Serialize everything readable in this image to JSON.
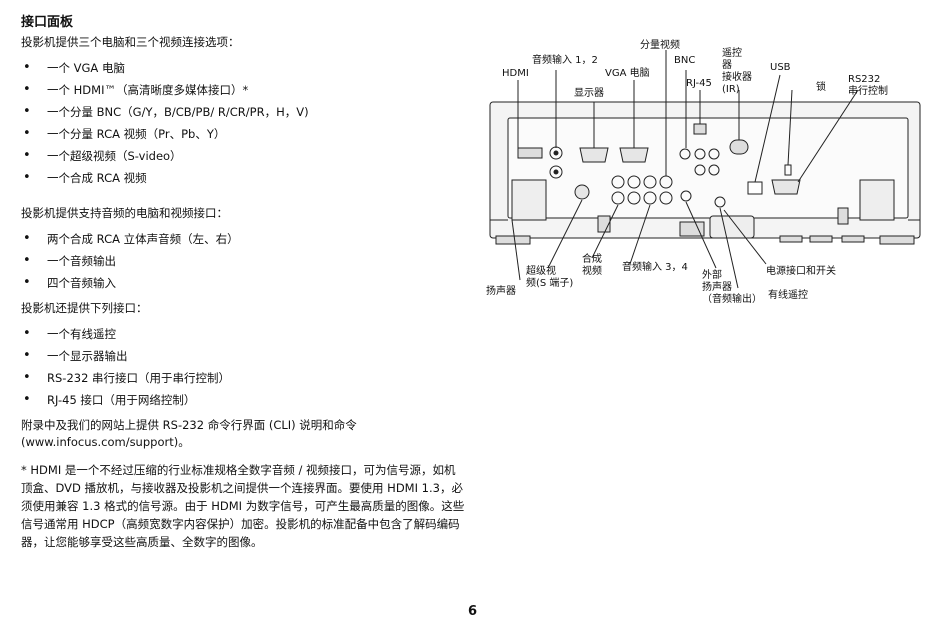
{
  "title": "接口面板",
  "intro": "投影机提供三个电脑和三个视频连接选项：",
  "video_options": [
    "一个 VGA 电脑",
    "一个 HDMI™（高清晰度多媒体接口）*",
    "一个分量 BNC（G/Y，B/CB/PB/ R/CR/PR，H，V)",
    "一个分量 RCA 视频（Pr、Pb、Y）",
    "一个超级视频（S-video）",
    "一个合成 RCA 视频"
  ],
  "audio_intro": "投影机提供支持音频的电脑和视频接口：",
  "audio_options": [
    "两个合成 RCA 立体声音频（左、右）",
    "一个音频输出",
    "四个音频输入"
  ],
  "other_intro": "投影机还提供下列接口：",
  "other_options": [
    "一个有线遥控",
    "一个显示器输出",
    "RS-232 串行接口（用于串行控制）",
    "RJ-45 接口（用于网络控制）"
  ],
  "appendix": "附录中及我们的网站上提供 RS-232 命令行界面 (CLI) 说明和命令 (www.infocus.com/support)。",
  "footnote": "* HDMI 是一个不经过压缩的行业标准规格全数字音频 / 视频接口，可为信号源，如机顶盒、DVD 播放机，与接收器及投影机之间提供一个连接界面。要使用 HDMI 1.3，必须使用兼容 1.3 格式的信号源。由于 HDMI 为数字信号，可产生最高质量的图像。这些信号通常用 HDCP（高频宽数字内容保护）加密。投影机的标准配备中包含了解码编码器，让您能够享受这些高质量、全数字的图像。",
  "page_number": "6",
  "diagram_labels": {
    "hdmi": "HDMI",
    "audio_in_12": "音频输入 1，2",
    "monitor": "显示器",
    "component_video": "分量视频",
    "vga": "VGA 电脑",
    "bnc": "BNC",
    "rj45": "RJ-45",
    "ir_receiver": "遥控\n器\n接收器\n(IR)",
    "usb": "USB",
    "lock": "锁",
    "rs232": "RS232\n串行控制",
    "speaker": "扬声器",
    "svideo": "超级视\n频(S 端子)",
    "composite": "合成\n视频",
    "audio_in_34": "音频输入 3，4",
    "ext_speaker": "外部\n扬声器\n（音频输出）",
    "power": "电源接口和开关",
    "wired_remote": "有线遥控"
  }
}
